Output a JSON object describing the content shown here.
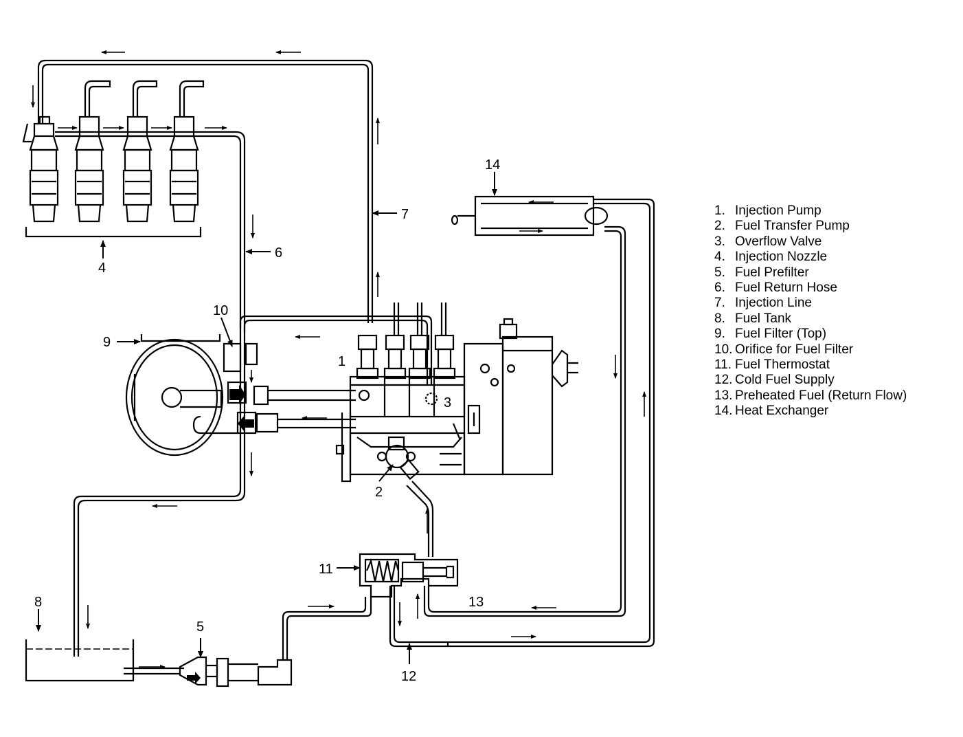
{
  "callouts": {
    "c1": "1",
    "c2": "2",
    "c3": "3",
    "c4": "4",
    "c5": "5",
    "c6": "6",
    "c7": "7",
    "c8": "8",
    "c9": "9",
    "c10": "10",
    "c11": "11",
    "c12": "12",
    "c13": "13",
    "c14": "14"
  },
  "legend": [
    {
      "num": "1.",
      "label": "Injection Pump"
    },
    {
      "num": "2.",
      "label": "Fuel Transfer Pump"
    },
    {
      "num": "3.",
      "label": "Overflow Valve"
    },
    {
      "num": "4.",
      "label": "Injection Nozzle"
    },
    {
      "num": "5.",
      "label": "Fuel Prefilter"
    },
    {
      "num": "6.",
      "label": "Fuel Return Hose"
    },
    {
      "num": "7.",
      "label": "Injection Line"
    },
    {
      "num": "8.",
      "label": "Fuel Tank"
    },
    {
      "num": "9.",
      "label": "Fuel Filter (Top)"
    },
    {
      "num": "10.",
      "label": "Orifice for Fuel Filter"
    },
    {
      "num": "11.",
      "label": "Fuel Thermostat"
    },
    {
      "num": "12.",
      "label": "Cold Fuel Supply"
    },
    {
      "num": "13.",
      "label": "Preheated Fuel (Return Flow)"
    },
    {
      "num": "14.",
      "label": "Heat Exchanger"
    }
  ]
}
